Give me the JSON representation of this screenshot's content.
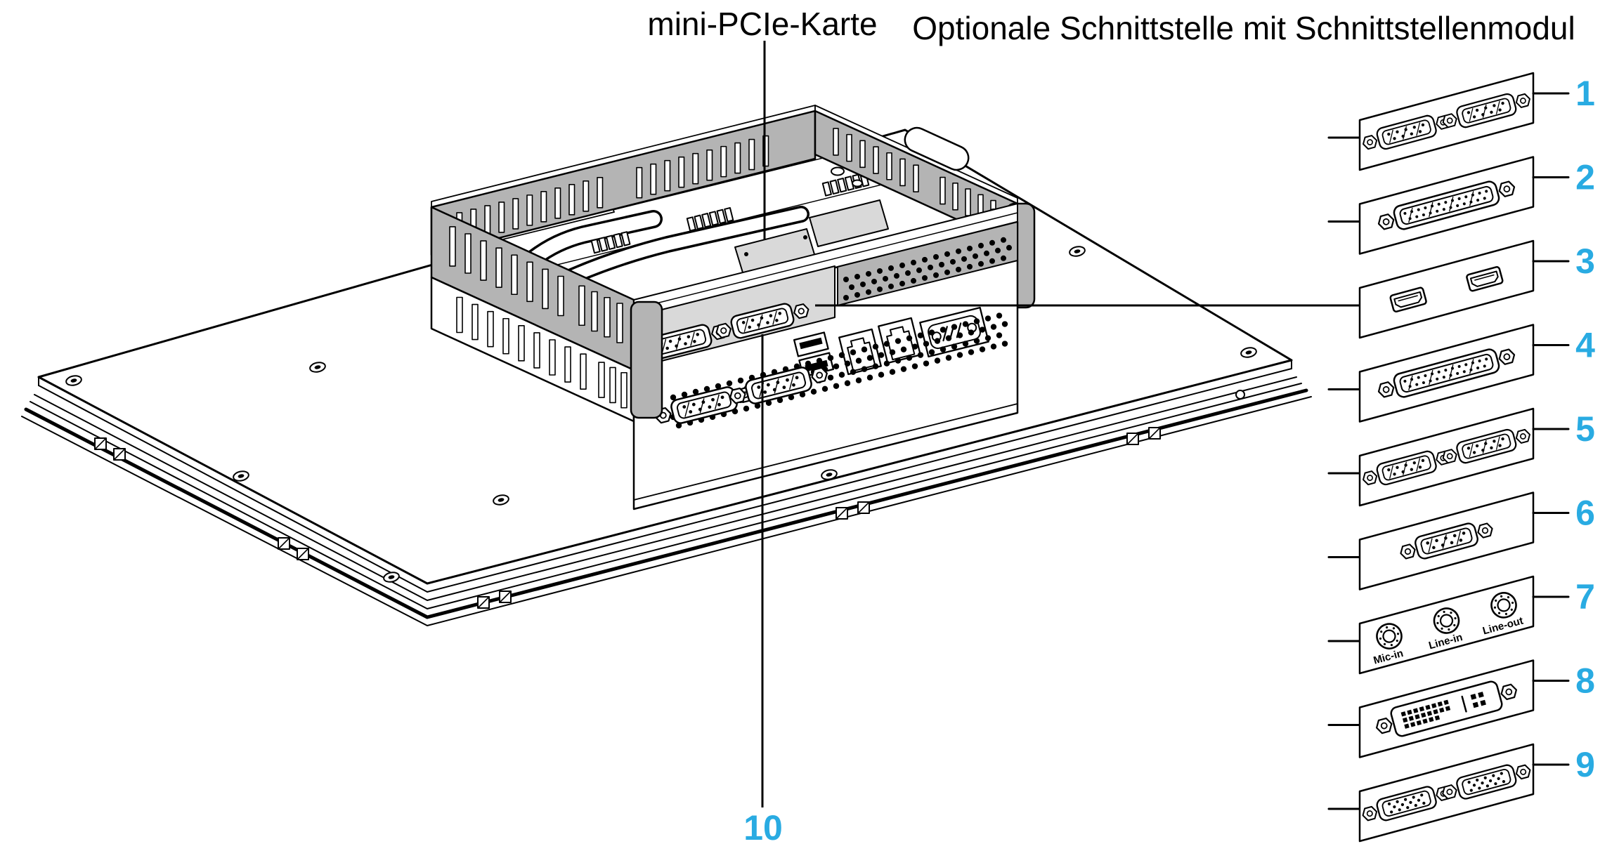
{
  "labels": {
    "pcie_card": "mini-PCIe-Karte",
    "optional_interface": "Optionale Schnittstelle mit Schnittstellenmodul"
  },
  "device": {
    "standard_interface_number": "10"
  },
  "modules": [
    {
      "number": "1",
      "type": "dual-db9"
    },
    {
      "number": "2",
      "type": "db25"
    },
    {
      "number": "3",
      "type": "dual-small-port"
    },
    {
      "number": "4",
      "type": "db25"
    },
    {
      "number": "5",
      "type": "dual-db9"
    },
    {
      "number": "6",
      "type": "db9"
    },
    {
      "number": "7",
      "type": "audio",
      "jacks": [
        "Mic-in",
        "Line-in",
        "Line-out"
      ]
    },
    {
      "number": "8",
      "type": "dvi"
    },
    {
      "number": "9",
      "type": "dual-vga"
    }
  ],
  "colors": {
    "accent": "#29ABE2",
    "line": "#000000",
    "wall_gray": "#b4b4b4",
    "plate_gray": "#d9d9d9"
  }
}
